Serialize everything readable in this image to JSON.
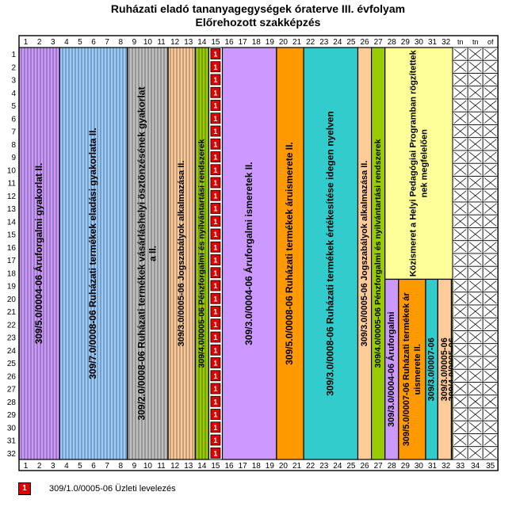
{
  "title_line1": "Ruházati eladó tananyagegységek óraterve III. évfolyam",
  "title_line2": "Előrehozott szakképzés",
  "week_columns": [
    "1",
    "2",
    "3",
    "4",
    "5",
    "6",
    "7",
    "8",
    "9",
    "10",
    "11",
    "12",
    "13",
    "14",
    "15",
    "16",
    "17",
    "18",
    "19",
    "20",
    "21",
    "22",
    "23",
    "24",
    "25",
    "26",
    "27",
    "28",
    "29",
    "30",
    "31",
    "32"
  ],
  "extra_columns": [
    "tn",
    "tn",
    "of",
    "33",
    "34",
    "35"
  ],
  "hour_rows": [
    "1",
    "2",
    "3",
    "4",
    "5",
    "6",
    "7",
    "8",
    "9",
    "10",
    "11",
    "12",
    "13",
    "14",
    "15",
    "16",
    "17",
    "18",
    "19",
    "20",
    "21",
    "22",
    "23",
    "24",
    "25",
    "26",
    "27",
    "28",
    "29",
    "30",
    "31",
    "32"
  ],
  "marker_label": "1",
  "blocks": [
    {
      "label": "309/5.0/0004-06 Áruforgalmi gyakorlat II.",
      "color": "#cc99ff"
    },
    {
      "label": "309/7.0/0008-06 Ruházati termékek eladási gyakorlata II.",
      "color": "#99ccff"
    },
    {
      "label": "309/2.0/0008-06 Ruházati termékek vásárláshelyi ösztönzésének gyakorlata II.",
      "color": "#c0c0c0"
    },
    {
      "label": "309/3.0/0005-06 Jogszabályok alkalmazása II.",
      "color": "#ffcc99"
    },
    {
      "label": "309/4.0/0005-06 Pénzforgalmi és nyilvántartási rendszerek",
      "color": "#99cc00"
    },
    {
      "label": "309/3.0/0004-06 Áruforgalmi ismeretek II.",
      "color": "#cc99ff"
    },
    {
      "label": "309/5.0/0008-06 Ruházati termékek áruismerete II.",
      "color": "#ff9900"
    },
    {
      "label": "309/3.0/0008-06 Ruházati termékek értékesítése idegen nyelven",
      "color": "#33cccc"
    },
    {
      "label": "309/3.0/0005-06 Jogszabályok alkalmazása II.",
      "color": "#ffcc99"
    },
    {
      "label": "309/4.0/0005-06 Pénzforgalmi és nyilvántartási rendszerek",
      "color": "#99cc00"
    },
    {
      "label": "Közismeret a Helyi Pedagógiai Programban rögzítetteknek megfelelően",
      "color": "#ffff99"
    },
    {
      "label": "309/3.0/0004-06 Áruforgalmi",
      "color": "#cc99ff"
    },
    {
      "label": "309/5.0/0007-06 Ruházati termékek áruismerete II.",
      "color": "#ff9900"
    },
    {
      "label": "309/3.0/0007-06",
      "color": "#33cccc"
    },
    {
      "label": "309/3.0/0005-06",
      "color": "#ffcc99"
    },
    {
      "label": "309/4.0/0005-06",
      "color": "#99cc00"
    }
  ],
  "legend": {
    "marker": "1",
    "text": "309/1.0/0005-06 Üzleti levelezés",
    "color": "#e00000"
  }
}
